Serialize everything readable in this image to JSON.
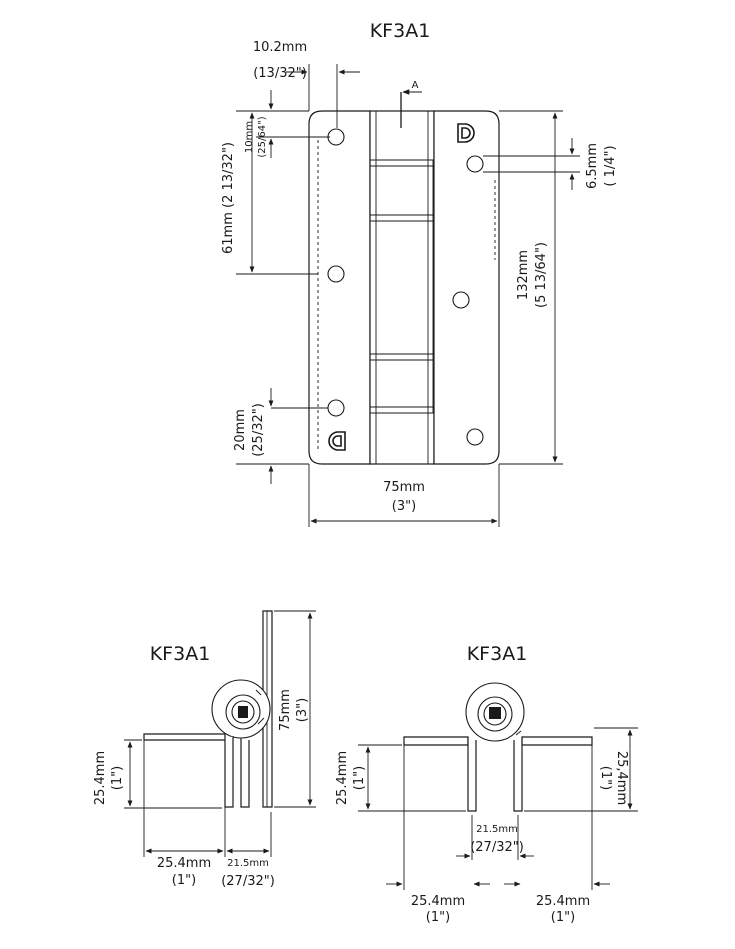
{
  "views": {
    "front": {
      "title": "KF3A1",
      "section_marker": "A",
      "dims": {
        "pin_offset_mm": "10.2mm",
        "pin_offset_in": "(13/32\")",
        "top_hole_mm": "10mm",
        "top_hole_in": "(25/64\")",
        "mid_hole": "61mm (2 13/32\")",
        "bottom_hole_mm": "20mm",
        "bottom_hole_in": "(25/32\")",
        "right_hole_mm": "6.5mm",
        "right_hole_in": "( 1/4\")",
        "height_mm": "132mm",
        "height_in": "(5 13/64\")",
        "width_mm": "75mm",
        "width_in": "(3\")"
      }
    },
    "side_open": {
      "title": "KF3A1",
      "dims": {
        "leaf_depth_mm": "25.4mm",
        "leaf_depth_in": "(1\")",
        "height_mm": "75mm",
        "height_in": "(3\")",
        "bottom_width_mm": "25.4mm",
        "bottom_width_in": "(1\")",
        "gap_mm": "21.5mm",
        "gap_in": "(27/32\")"
      }
    },
    "side_flat": {
      "title": "KF3A1",
      "dims": {
        "left_depth_mm": "25.4mm",
        "left_depth_in": "(1\")",
        "right_depth_mm": "25,4mm",
        "right_depth_in": "(1\")",
        "gap_mm": "21.5mm",
        "gap_in": "(27/32\")",
        "left_width_mm": "25.4mm",
        "left_width_in": "(1\")",
        "right_width_mm": "25.4mm",
        "right_width_in": "(1\")"
      }
    }
  }
}
